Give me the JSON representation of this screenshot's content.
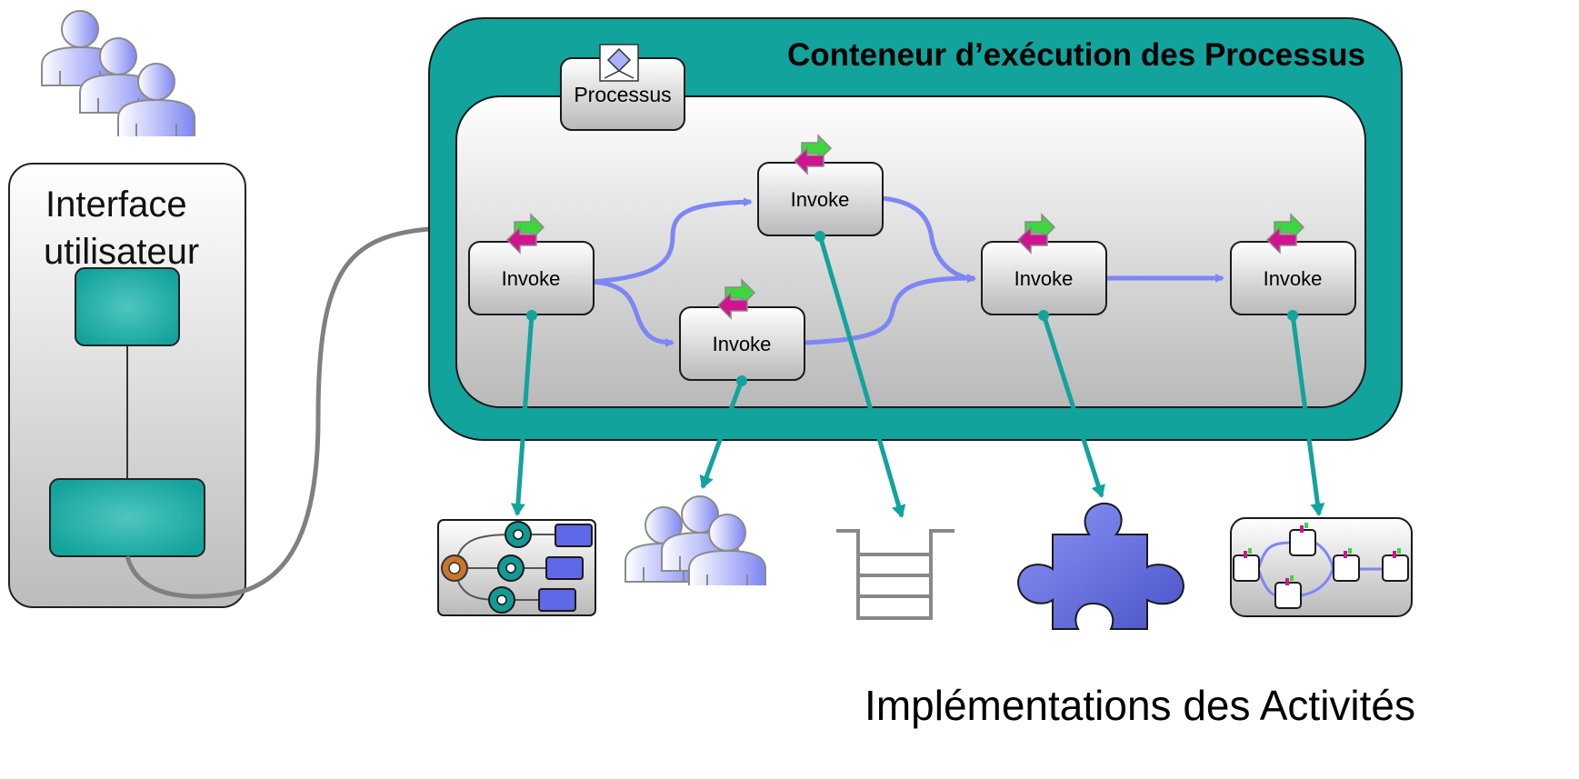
{
  "container": {
    "title": "Conteneur d’exécution des Processus"
  },
  "process": {
    "label": "Processus"
  },
  "ui_panel": {
    "line1": "Interface",
    "line2": "utilisateur"
  },
  "invoke_nodes": [
    {
      "id": "n1",
      "label": "Invoke"
    },
    {
      "id": "n2",
      "label": "Invoke"
    },
    {
      "id": "n3",
      "label": "Invoke"
    },
    {
      "id": "n4",
      "label": "Invoke"
    },
    {
      "id": "n5",
      "label": "Invoke"
    }
  ],
  "footer": {
    "caption": "Implémentations des Activités"
  },
  "colors": {
    "teal": "#12a39d",
    "flow": "#7e86f5",
    "arrow_green": "#3ed63e",
    "arrow_magenta": "#d0148f",
    "connector": "#808080"
  },
  "icons": {
    "users": "users-icon",
    "process": "process-diamond-icon",
    "workflow": "workflow-diagram-icon",
    "queue": "queue-icon",
    "component": "puzzle-piece-icon",
    "subprocess": "subprocess-diagram-icon"
  }
}
